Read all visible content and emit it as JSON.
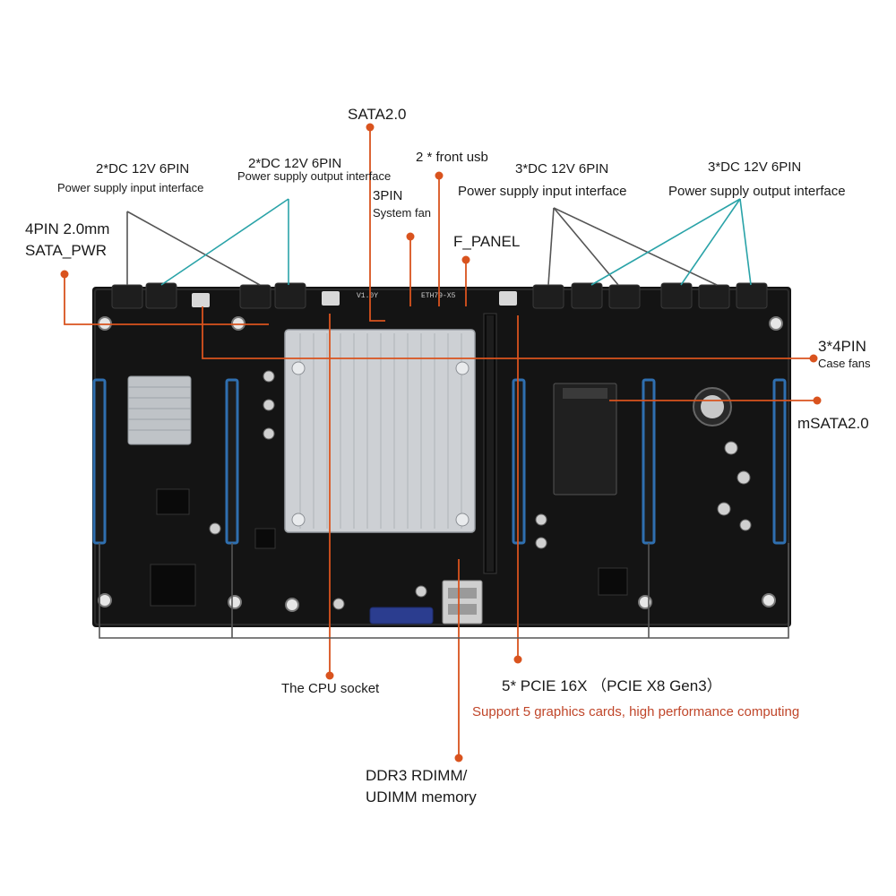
{
  "labels": {
    "sata": "SATA2.0",
    "front_usb": "2 * front usb",
    "dc_in_2_title": "2*DC 12V 6PIN",
    "dc_in_2_sub": "Power supply input interface",
    "dc_out_2_title": "2*DC 12V 6PIN",
    "dc_out_2_sub": "Power supply output interface",
    "fan3_title": "3PIN",
    "fan3_sub": "System fan",
    "dc_in_3_title": "3*DC 12V 6PIN",
    "dc_in_3_sub": "Power supply input interface",
    "dc_out_3_title": "3*DC 12V 6PIN",
    "dc_out_3_sub": "Power supply output interface",
    "sata_pwr_1": "4PIN 2.0mm",
    "sata_pwr_2": "SATA_PWR",
    "fpanel": "F_PANEL",
    "case_fans_title": "3*4PIN",
    "case_fans_sub": "Case fans",
    "msata": "mSATA2.0",
    "cpu": "The CPU socket",
    "pcie": "5* PCIE 16X （PCIE X8 Gen3）",
    "pcie_note": "Support 5 graphics cards, high performance computing",
    "ddr_1": "DDR3 RDIMM/",
    "ddr_2": "UDIMM memory"
  },
  "board": {
    "model_marking": "ETH79-X5",
    "version_marking": "V1.0Y"
  },
  "colors": {
    "pcb": "#141414",
    "pcie_slot": "#2f6fb0",
    "heatsink": "#c9ccd0",
    "callout_orange": "#d9531e",
    "callout_teal": "#2aa3a8",
    "callout_gray": "#555555"
  }
}
